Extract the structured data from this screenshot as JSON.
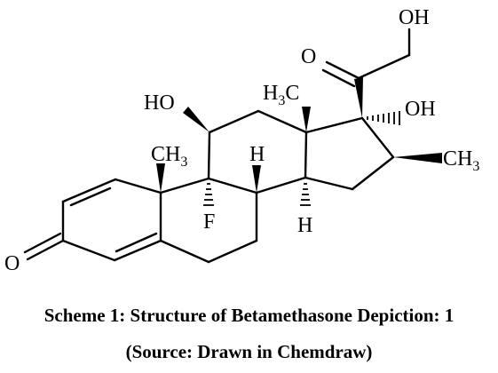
{
  "structure": {
    "atom_labels": {
      "oh_top": "OH",
      "o_ketone_side": "O",
      "h3c_c13": "H",
      "h3c_c13_sub": "3",
      "h3c_c13_c": "C",
      "oh_c17": "OH",
      "ho_c11": "HO",
      "ch3_c10": "CH",
      "ch3_c10_sub": "3",
      "h_c8": "H",
      "f_c9": "F",
      "h_c14": "H",
      "ch3_c16": "CH",
      "ch3_c16_sub": "3",
      "o_c3": "O"
    }
  },
  "caption": {
    "line1": "Scheme 1: Structure of Betamethasone Depiction: 1",
    "line2": "(Source: Drawn in Chemdraw)"
  }
}
